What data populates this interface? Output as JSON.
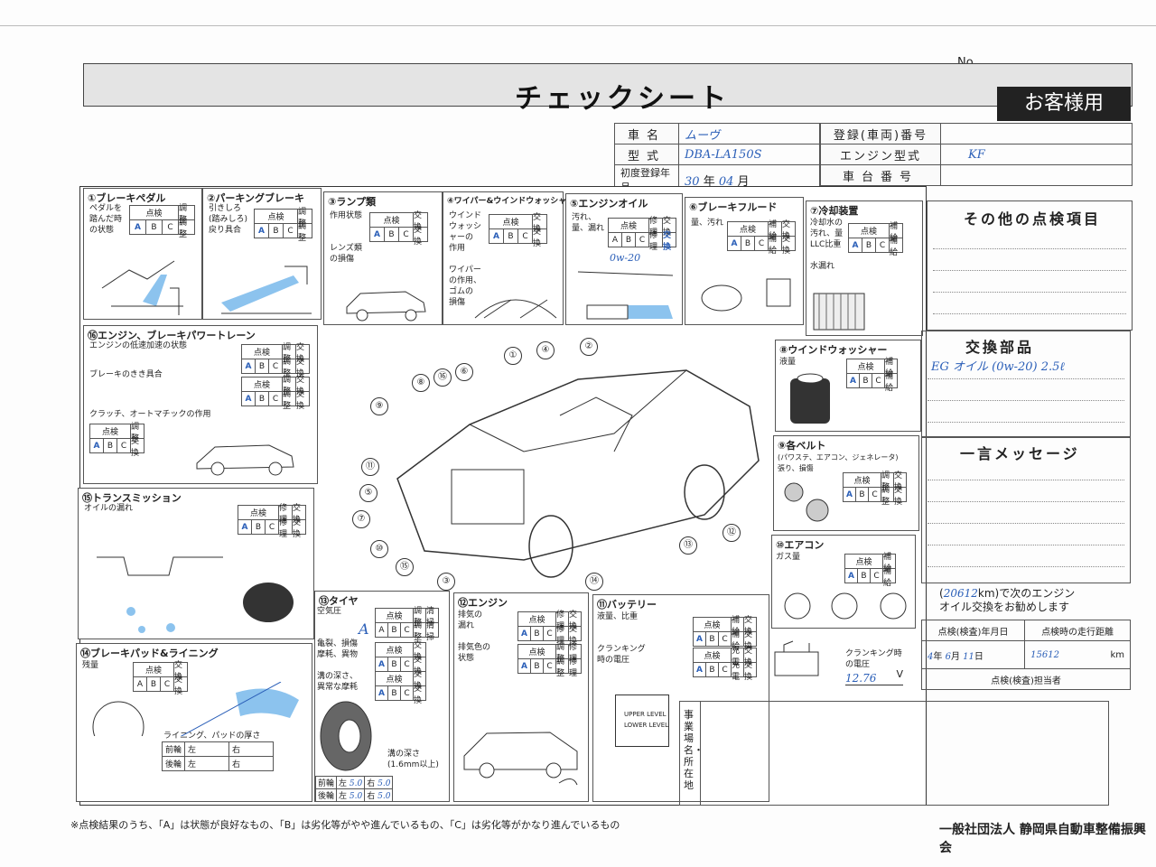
{
  "header": {
    "no_label": "No.",
    "title": "チェックシート",
    "customer_copy": "お客様用"
  },
  "vehicle_info": {
    "car_name_label": "車名",
    "car_name_value": "ムーヴ",
    "model_label": "型式",
    "model_value": "DBA-LA150S",
    "first_reg_label": "初度登録年月",
    "first_reg_year": "30",
    "year_label": "年",
    "first_reg_month": "04",
    "month_label": "月",
    "reg_number_label": "登録(車両)番号",
    "engine_model_label": "エンジン型式",
    "engine_model_value": "KF",
    "chassis_number_label": "車台番号"
  },
  "grid_labels": {
    "inspect": "点検",
    "adjust": "調整",
    "replace": "交換",
    "supply": "補給",
    "repair": "修理",
    "clean": "清掃",
    "fill": "充電",
    "a": "A",
    "b": "B",
    "c": "C"
  },
  "panels": {
    "p1": {
      "title": "①ブレーキペダル",
      "text": "ペダルを\n踏んだ時\nの状態",
      "result": "A"
    },
    "p2": {
      "title": "②パーキングブレーキ",
      "text": "引きしろ\n(踏みしろ)\n戻り具合",
      "result": "A"
    },
    "p3": {
      "title": "③ランプ類",
      "text": "作用状態\n\n\nレンズ類\nの損傷",
      "result": "A"
    },
    "p4": {
      "title": "④ワイパー&ウインドウォッシャー",
      "text": "ウインド\nウォッシ\nャーの\n作用\n\nワイパー\nの作用、\nゴムの\n損傷",
      "result": "A"
    },
    "p5": {
      "title": "⑤エンジンオイル",
      "text": "汚れ、\n量、漏れ",
      "result": "交換",
      "note": "0w-20"
    },
    "p6": {
      "title": "⑥ブレーキフルード",
      "text": "量、汚れ",
      "result": "A"
    },
    "p7": {
      "title": "⑦冷却装置",
      "text": "冷却水の\n汚れ、量\nLLC比重\n\n水漏れ",
      "result": "A"
    },
    "p8": {
      "title": "⑧ウインドウォッシャー",
      "text": "液量",
      "result": "A"
    },
    "p9": {
      "title": "⑨各ベルト",
      "text": "(パワステ、エアコン、ジェネレータ)\n張り、損傷",
      "result": "A"
    },
    "p10": {
      "title": "⑩エアコン",
      "text": "ガス量",
      "result": "A"
    },
    "p11": {
      "title": "⑪バッテリー",
      "text": "液量、比重\n\n\nクランキング\n時の電圧",
      "result": "A",
      "crank_label": "クランキング時\nの電圧",
      "voltage": "12.76",
      "volt_unit": "V",
      "upper": "UPPER LEVEL",
      "lower": "LOWER LEVEL"
    },
    "p12": {
      "title": "⑫エンジン",
      "text": "排気の\n漏れ\n\n排気色の\n状態",
      "result": "A"
    },
    "p13": {
      "title": "⑬タイヤ",
      "text": "空気圧\n\n\n亀裂、損傷\n摩耗、異物\n\n溝の深さ、\n異常な摩耗",
      "result": "A",
      "depth_label": "溝の深さ\n(1.6mm以上)",
      "front": "前輪",
      "rear": "後輪",
      "left": "左",
      "right": "右",
      "front_left": "5.0",
      "front_right": "5.0",
      "rear_left": "5.0",
      "rear_right": "5.0"
    },
    "p14": {
      "title": "⑭ブレーキパッド&ライニング",
      "text": "残量",
      "thickness_label": "ライニング、パッドの厚さ",
      "front": "前輪",
      "rear": "後輪",
      "left": "左",
      "right": "右",
      "unit": "㎜"
    },
    "p15": {
      "title": "⑮トランスミッション",
      "text": "オイルの漏れ",
      "result": "A"
    },
    "p16": {
      "title": "⑯エンジン、ブレーキパワートレーン",
      "text1": "エンジンの低速加速の状態",
      "text2": "ブレーキのきき具合",
      "text3": "クラッチ、オートマチックの作用",
      "result": "A"
    }
  },
  "right_panel": {
    "other_items": "その他の点検項目",
    "replaced_parts": "交換部品",
    "replaced_note": "EG オイル (0w-20) 2.5ℓ",
    "message": "一言メッセージ",
    "next_change_km": "20612",
    "next_change_text": "km)で次のエンジン\nオイル交換をお勧めします",
    "inspect_date_label": "点検(検査)年月日",
    "mileage_label": "点検時の走行距離",
    "date_year": "4",
    "date_month": "6",
    "date_day": "11",
    "year": "年",
    "month": "月",
    "day": "日",
    "mileage": "15612",
    "km": "km",
    "inspector_label": "点検(検査)担当者",
    "shop_label": "事業場名・所在地"
  },
  "callouts": [
    "①",
    "②",
    "③",
    "④",
    "⑤",
    "⑥",
    "⑦",
    "⑧",
    "⑨",
    "⑩",
    "⑪",
    "⑫",
    "⑬",
    "⑭",
    "⑮",
    "⑯"
  ],
  "footer": {
    "note": "※点検結果のうち、「A」は状態が良好なもの、「B」は劣化等がやや進んでいるもの、「C」は劣化等がかなり進んでいるもの",
    "association": "一般社団法人 静岡県自動車整備振興会"
  }
}
